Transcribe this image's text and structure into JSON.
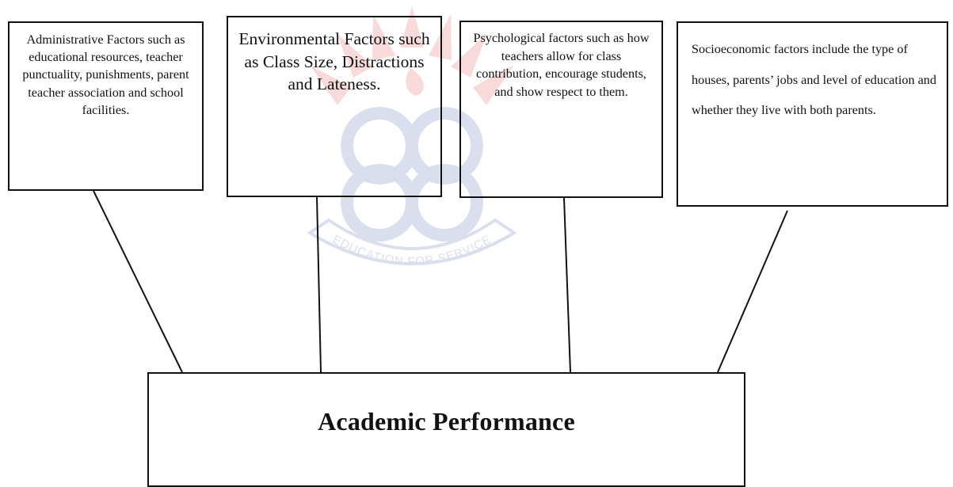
{
  "factors": {
    "administrative": "Administrative Factors such as educational resources, teacher punctuality, punishments, parent teacher association and school facilities.",
    "environmental": "Environmental Factors such as Class Size, Distractions and Lateness.",
    "psychological": "Psychological factors such as how teachers allow for class contribution, encourage students, and show respect to them.",
    "socioeconomic": "Socioeconomic factors include the type of houses, parents’ jobs and level of education and whether they live with both parents."
  },
  "center": {
    "title": "Academic Performance"
  },
  "watermark": {
    "text": "EDUCATION FOR SERVICE",
    "colors": {
      "red": "#e34b4b",
      "blue": "#4a64a8"
    }
  },
  "diagram": {
    "line_color": "#111111"
  }
}
